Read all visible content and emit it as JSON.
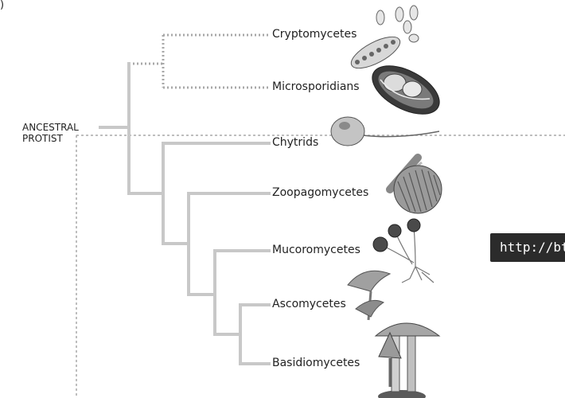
{
  "corner_mark": ")",
  "root": {
    "line1": "ANCESTRAL",
    "line2": "PROTIST"
  },
  "taxa": [
    {
      "label": "Cryptomycetes"
    },
    {
      "label": "Microsporidians"
    },
    {
      "label": "Chytrids"
    },
    {
      "label": "Zoopagomycetes"
    },
    {
      "label": "Mucoromycetes"
    },
    {
      "label": "Ascomycetes"
    },
    {
      "label": "Basidiomycetes"
    }
  ],
  "tooltip": {
    "url_text": "http://bt"
  },
  "colors": {
    "branch": "#c8c8c8",
    "dotted": "#a8a8a8",
    "tooltip_bg": "#2b2b2b"
  }
}
